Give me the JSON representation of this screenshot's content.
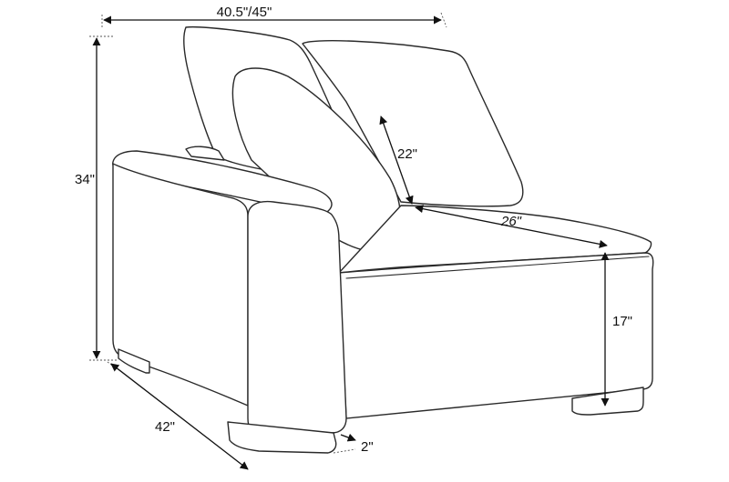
{
  "dimensions": {
    "width": "40.5\"/45\"",
    "height": "34\"",
    "back_height": "22\"",
    "seat_depth": "26\"",
    "seat_height": "17\"",
    "depth": "42\"",
    "leg_height": "2\""
  },
  "colors": {
    "line": "#2a2a2a",
    "background": "#ffffff"
  }
}
